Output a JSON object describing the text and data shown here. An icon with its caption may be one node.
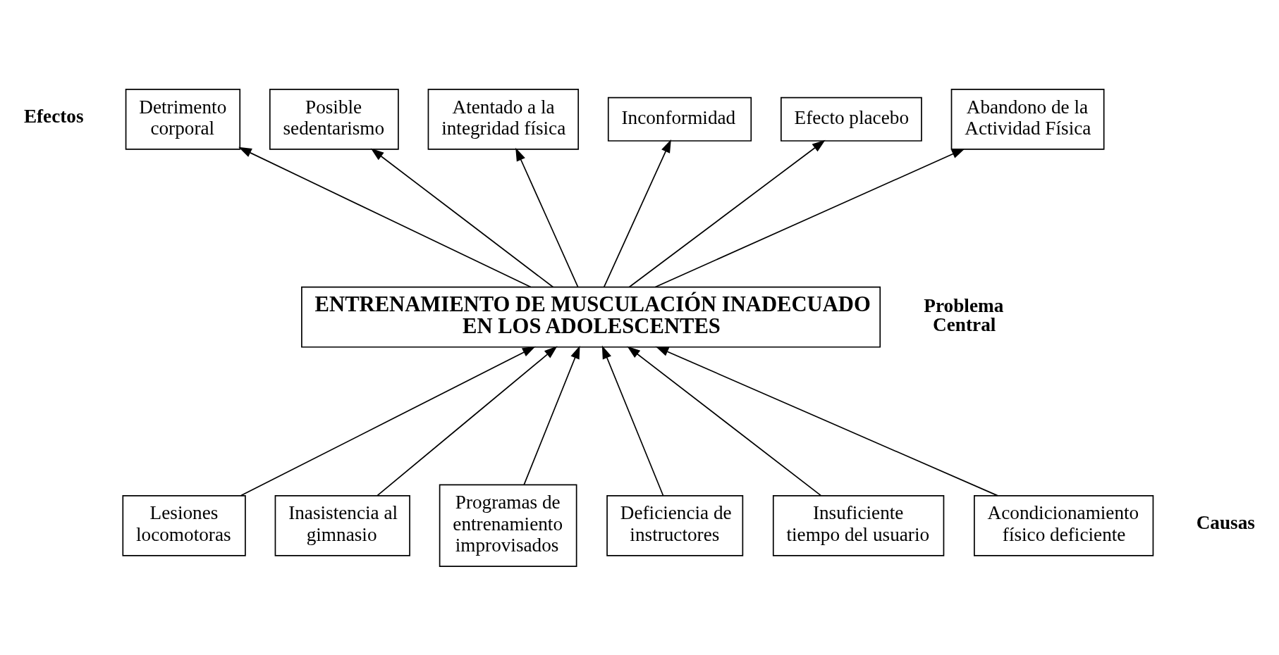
{
  "diagram": {
    "nodes": [
      {
        "text": [
          "Detrimento corporal"
        ]
      },
      {
        "text": [
          "Posible sedentarismo"
        ]
      },
      {
        "text": [
          "Atentado a la integridad física"
        ]
      },
      {
        "text": [
          "Inconformidad"
        ]
      },
      {
        "text": [
          "Efecto placebo"
        ]
      },
      {
        "text": [
          "Abandono de la Actividad Física"
        ]
      },
      {
        "text": [
          "ENTRENAMIENTO DE MUSCULACIÓN INADECUADO EN LOS ADOLESCENTES"
        ]
      },
      {
        "text": [
          "Lesiones locomotoras"
        ]
      },
      {
        "text": [
          "Inasistencia al gimnasio"
        ]
      },
      {
        "text": [
          "Programas de entrenamiento improvisados"
        ]
      },
      {
        "text": [
          "Deficiencia de instructores"
        ]
      },
      {
        "text": [
          "Insuficiente tiempo del usuario"
        ]
      },
      {
        "text": [
          "Acondicionamiento físico deficiente"
        ]
      }
    ],
    "edges": [
      {
        "from": 6,
        "to": 0,
        "arrow": "to"
      },
      {
        "from": 6,
        "to": 1,
        "arrow": "to"
      },
      {
        "from": 6,
        "to": 2,
        "arrow": "to"
      },
      {
        "from": 6,
        "to": 3,
        "arrow": "to"
      },
      {
        "from": 6,
        "to": 4,
        "arrow": "to"
      },
      {
        "from": 6,
        "to": 5,
        "arrow": "to"
      },
      {
        "from": 7,
        "to": 6,
        "arrow": "to"
      },
      {
        "from": 8,
        "to": 6,
        "arrow": "to"
      },
      {
        "from": 9,
        "to": 6,
        "arrow": "to"
      },
      {
        "from": 10,
        "to": 6,
        "arrow": "to"
      },
      {
        "from": 11,
        "to": 6,
        "arrow": "to"
      },
      {
        "from": 12,
        "to": 6,
        "arrow": "to"
      }
    ],
    "labels": [
      "Efectos",
      "Problema Central",
      "Causas"
    ]
  }
}
